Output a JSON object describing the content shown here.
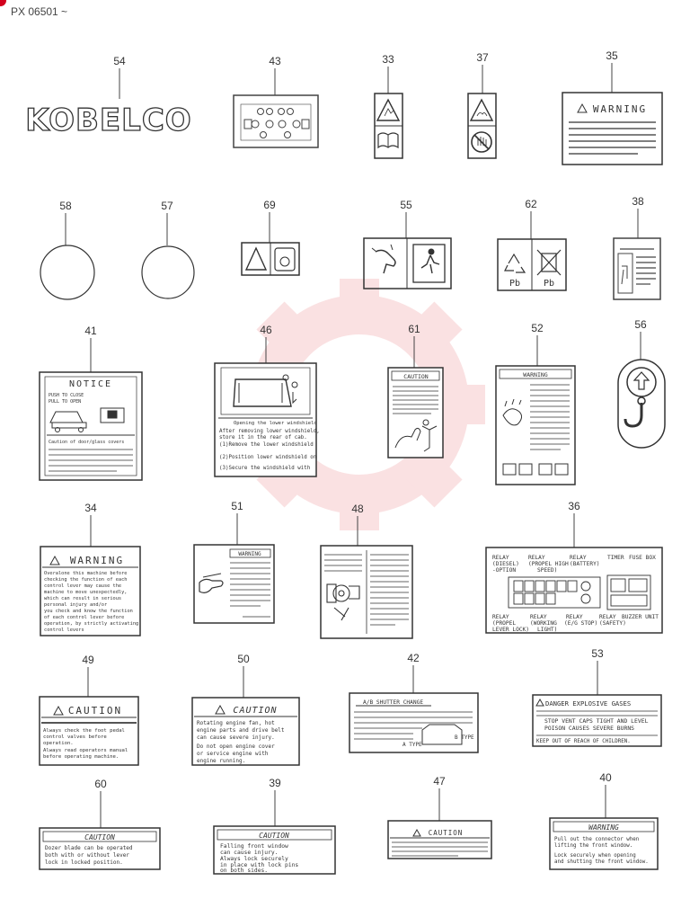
{
  "serial": "PX 06501 ~",
  "brand": "KOBELCO",
  "parts": {
    "p54": "54",
    "p43": "43",
    "p33": "33",
    "p37": "37",
    "p35": "35",
    "p58": "58",
    "p57": "57",
    "p69": "69",
    "p55": "55",
    "p62": "62",
    "p38": "38",
    "p41": "41",
    "p46": "46",
    "p61": "61",
    "p52": "52",
    "p56": "56",
    "p34": "34",
    "p51": "51",
    "p48": "48",
    "p36": "36",
    "p49": "49",
    "p50": "50",
    "p42": "42",
    "p53": "53",
    "p60": "60",
    "p39": "39",
    "p47": "47",
    "p40": "40"
  },
  "labels": {
    "l35": {
      "head": "WARNING"
    },
    "l41": {
      "head": "NOTICE",
      "push": "PUSH TO CLOSE",
      "pull": "PULL TO OPEN",
      "sub": "Caution of door/glass covers"
    },
    "l46": {
      "sub": "Opening the lower windshield",
      "t1": "After removing lower windshield,",
      "t2": "store it in the rear of cab.",
      "t3": "(1)Remove the lower windshield",
      "t4": "(2)Position lower windshield on",
      "t5": "(3)Secure the windshield with"
    },
    "l61": {
      "head": "CAUTION"
    },
    "l52": {
      "head": "WARNING"
    },
    "l34": {
      "head": "WARNING",
      "t1": "Overalone this machine before",
      "t2": "checking the function of each",
      "t3": "control lever may cause the",
      "t4": "machine to move unexpectedly,",
      "t5": "which can result in serious",
      "t6": "personal injury and/or",
      "t7": "you check and know the function",
      "t8": "of each control lever before",
      "t9": "operation, by strictly activating",
      "t10": "control levers"
    },
    "l51": {
      "head": "WARNING"
    },
    "l36": {
      "r1": "RELAY",
      "r2": "RELAY",
      "r3": "RELAY",
      "timer": "TIMER",
      "fuse": "FUSE BOX",
      "a1": "(DIESEL)",
      "a2": "(PROPEL HIGH",
      "a3": "(BATTERY)",
      "a4": "-OPTION",
      "a5": "SPEED)",
      "b1": "RELAY",
      "b2": "RELAY",
      "b3": "RELAY",
      "b4": "RELAY",
      "b5": "BUZZER UNIT",
      "c1": "(PROPEL",
      "c2": "(WORKING",
      "c3": "(E/G STOP)",
      "c4": "(SAFETY)",
      "d1": "LEVER LOCK)",
      "d2": "LIGHT)"
    },
    "l49": {
      "head": "CAUTION",
      "t1": "Always check the foot pedal",
      "t2": "control valves before",
      "t3": "operation.",
      "t4": "Always read operators manual",
      "t5": "before operating machine."
    },
    "l50": {
      "head": "CAUTION",
      "t1": "Rotating engine fan, hot",
      "t2": "engine parts and drive belt",
      "t3": "can cause severe injury.",
      "t4": "Do not open engine cover",
      "t5": "or service engine with",
      "t6": "engine running."
    },
    "l42": {
      "head": "A/B SHUTTER CHANGE",
      "btype": "B TYPE",
      "atype": "A TYPE"
    },
    "l53": {
      "head": "DANGER EXPLOSIVE GASES",
      "t1": "STOP VENT CAPS TIGHT AND LEVEL",
      "t2": "POISON CAUSES SEVERE BURNS",
      "t3": "KEEP OUT OF REACH OF CHILDREN."
    },
    "l60": {
      "head": "CAUTION",
      "t1": "Dozer blade can be operated",
      "t2": "both with or without lever",
      "t3": "lock in locked position."
    },
    "l39": {
      "head": "CAUTION",
      "t1": "Falling front window",
      "t2": "can cause injury.",
      "t3": "Always lock securely",
      "t4": "in place with lock pins",
      "t5": "on both sides."
    },
    "l47": {
      "head": "CAUTION"
    },
    "l40": {
      "head": "WARNING",
      "t1": "Pull out the connector when",
      "t2": "lifting the front window.",
      "t3": "Lock securely when opening",
      "t4": "and shutting the front window."
    }
  },
  "recycle_symbols": {
    "pb1": "Pb",
    "pb2": "Pb"
  },
  "colors": {
    "serial_dot": "#d3001e",
    "watermark": "#f6c9cb",
    "ink": "#333333"
  }
}
